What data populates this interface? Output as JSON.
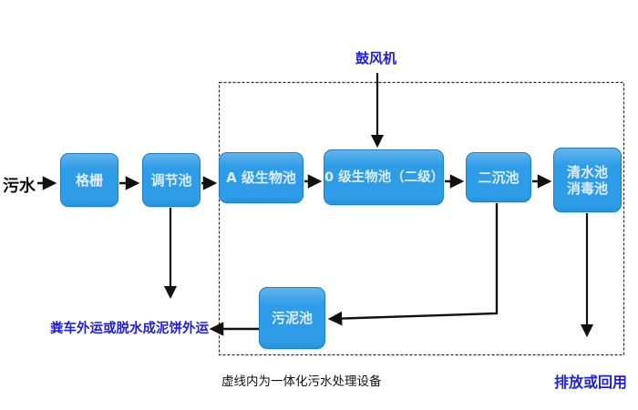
{
  "diagram": {
    "labels": {
      "influent": "污水",
      "blower": "鼓风机",
      "sludge_disposal": "粪车外运或脱水成泥饼外运",
      "boundary_note": "虚线内为一体化污水处理设备",
      "effluent": "排放或回用"
    },
    "boxes": {
      "grid": {
        "label": "格栅"
      },
      "regulating": {
        "label": "调节池"
      },
      "a_bio": {
        "label": "A 级生物池"
      },
      "o_bio": {
        "label": "0 级生物池（二级）"
      },
      "secondary_sed": {
        "label": "二沉池"
      },
      "clear_water": {
        "line1": "清水池",
        "line2": "消毒池"
      },
      "sludge": {
        "label": "污泥池"
      }
    },
    "colors": {
      "box_fill": "#2E9CE7",
      "box_fill_top": "#63B4EC",
      "box_border": "#1E7FC6",
      "box_text": "#DCEEFB",
      "annotation_blue": "#1E1EDE",
      "line_black": "#111111",
      "background": "#FFFFFF"
    }
  }
}
